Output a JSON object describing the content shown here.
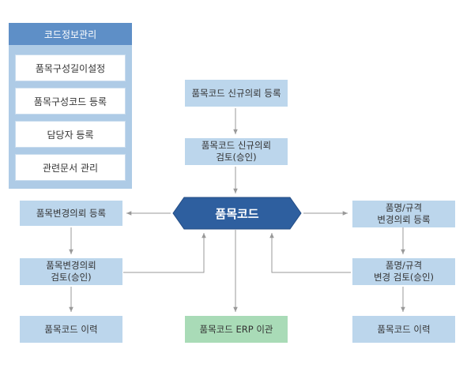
{
  "side_panel": {
    "title": "코드정보관리",
    "items": [
      "품목구성길이설정",
      "품목구성코드 등록",
      "담당자 등록",
      "관련문서 관리"
    ]
  },
  "center": {
    "register": "품목코드 신규의뢰 등록",
    "review_line1": "품목코드 신규의뢰",
    "review_line2": "검토(승인)",
    "hub": "품목코드",
    "erp": "품목코드 ERP 이관"
  },
  "left_flow": {
    "change_register": "품목변경의뢰 등록",
    "change_review_line1": "품목변경의뢰",
    "change_review_line2": "검토(승인)",
    "history": "품목코드 이력"
  },
  "right_flow": {
    "spec_register_line1": "품명/규격",
    "spec_register_line2": "변경의뢰 등록",
    "spec_review_line1": "품명/규격",
    "spec_review_line2": "변경 검토(승인)",
    "history": "품목코드 이력"
  },
  "colors": {
    "panel_header": "#5e8fc7",
    "panel_bg": "#aecbe6",
    "box": "#bcd6ec",
    "erp_box": "#a9dbb7",
    "hub": "#2e5f9f",
    "arrow": "#999999"
  }
}
